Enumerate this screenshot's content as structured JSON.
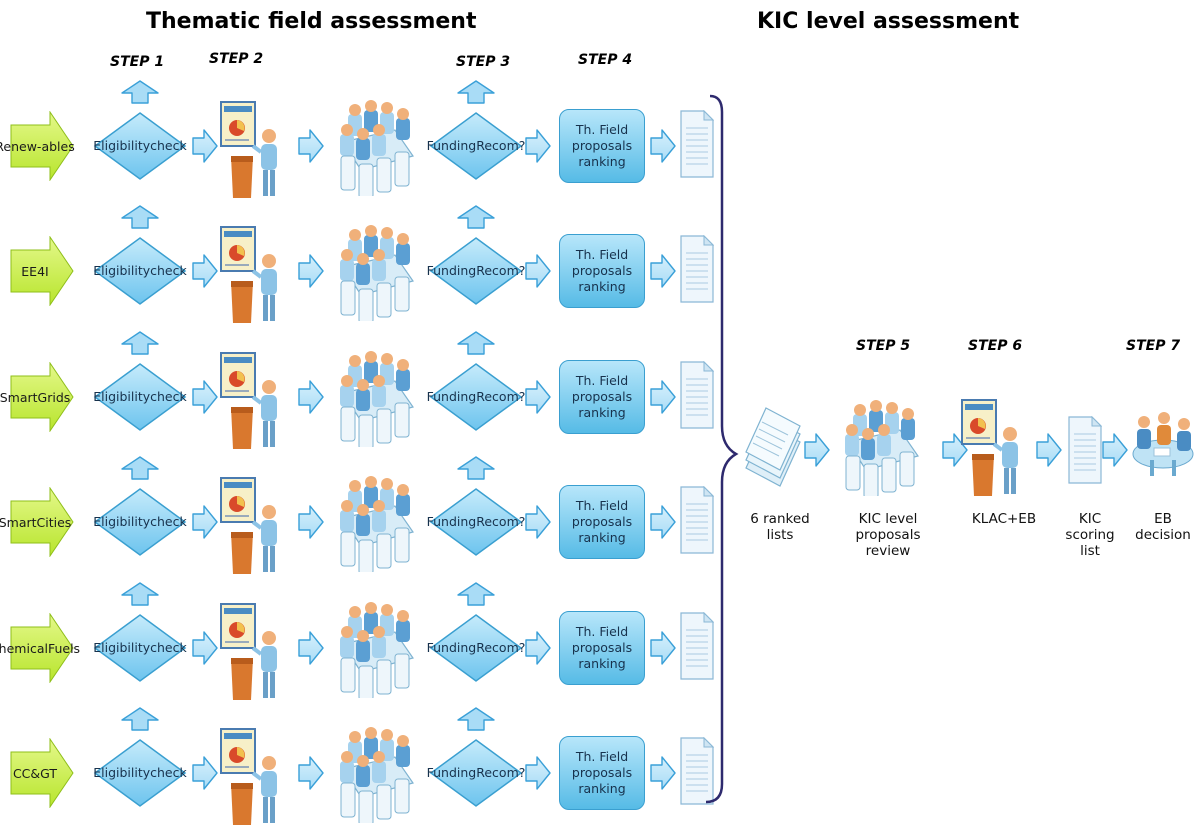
{
  "headings": {
    "thematic": "Thematic field assessment",
    "kic": "KIC level assessment"
  },
  "steps": {
    "step1": "STEP 1",
    "step2": "STEP 2",
    "step3": "STEP 3",
    "step4": "STEP 4",
    "step5": "STEP 5",
    "step6": "STEP 6",
    "step7": "STEP 7"
  },
  "rows": [
    {
      "field": [
        "Renew-",
        "ables"
      ]
    },
    {
      "field": [
        "EE4I"
      ]
    },
    {
      "field": [
        "Smart",
        "Grids"
      ]
    },
    {
      "field": [
        "Smart",
        "Cities"
      ]
    },
    {
      "field": [
        "Chemical",
        "Fuels"
      ]
    },
    {
      "field": [
        "CC&GT"
      ]
    }
  ],
  "process": {
    "eligibility": [
      "Eligibility",
      "check"
    ],
    "funding": [
      "Funding",
      "Recom?"
    ],
    "ranking": [
      "Th. Field",
      "proposals",
      "ranking"
    ]
  },
  "kic_flow": {
    "ranked_lists": [
      "6 ranked",
      "lists"
    ],
    "review": [
      "KIC level",
      "proposals",
      "review"
    ],
    "klac": [
      "KLAC+EB"
    ],
    "scoring": [
      "KIC",
      "scoring",
      "list"
    ],
    "decision": [
      "EB",
      "decision"
    ]
  },
  "colors": {
    "field_arrow": "#b8e52d",
    "field_arrow_edge": "#8fbf1a",
    "diamond_fill": "#8fd3f4",
    "diamond_edge": "#3a9fd0",
    "small_arrow_fill": "#a9dcf6",
    "small_arrow_edge": "#3aa0d8",
    "brace": "#2e2a6e"
  }
}
